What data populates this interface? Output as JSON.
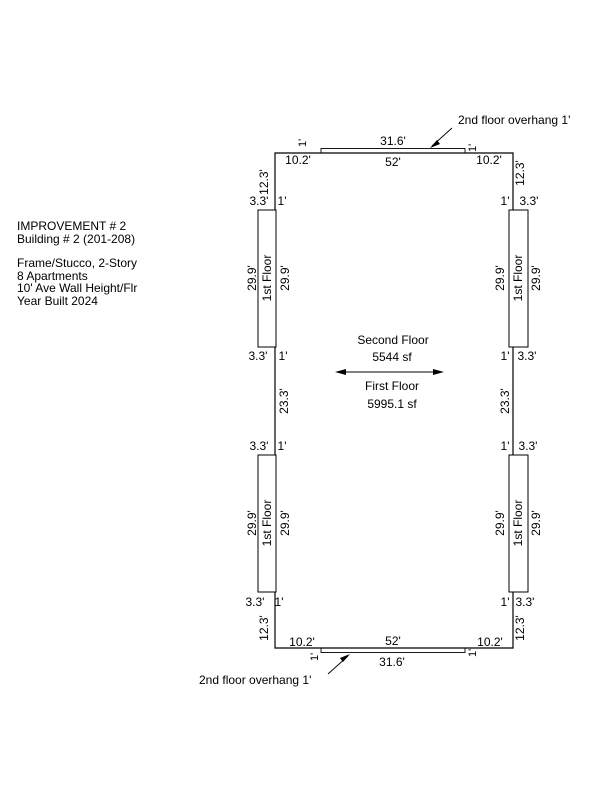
{
  "info": {
    "line1": "IMPROVEMENT # 2",
    "line2": "Building # 2 (201-208)",
    "line3": "Frame/Stucco, 2-Story",
    "line4": "8 Apartments",
    "line5": "10' Ave Wall Height/Flr",
    "line6": "Year Built 2024"
  },
  "center": {
    "upper_name": "Second Floor",
    "upper_area": "5544 sf",
    "lower_name": "First Floor",
    "lower_area": "5995.1 sf"
  },
  "callouts": {
    "top": "2nd floor overhang 1'",
    "bottom": "2nd floor overhang 1'"
  },
  "dims": {
    "overhang_len": "31.6'",
    "overhang_depth": "1'",
    "main_width": "52'",
    "corner_seg": "10.2'",
    "end_seg": "12.3'",
    "jog": "3.3'",
    "step": "1'",
    "bump_len": "29.9'",
    "middle_seg": "23.3'"
  },
  "box_label": "1st Floor"
}
